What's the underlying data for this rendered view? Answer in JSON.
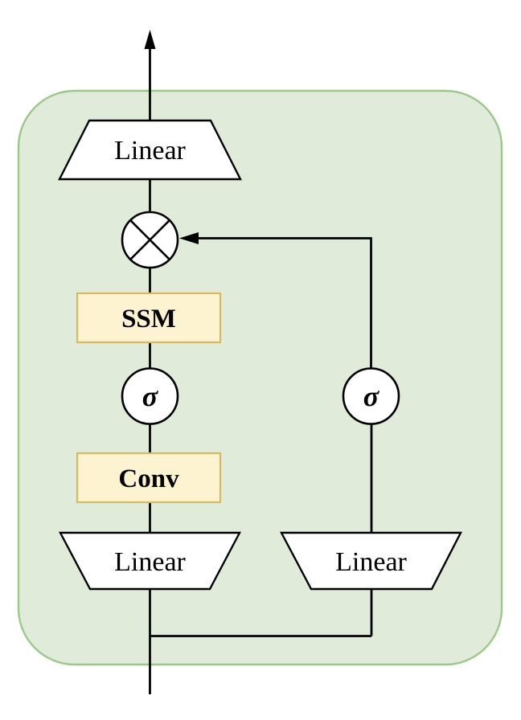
{
  "diagram": {
    "type": "block-flow-diagram",
    "nodes": {
      "linear_top": "Linear",
      "ssm": "SSM",
      "sigma_left": "σ",
      "conv": "Conv",
      "linear_left": "Linear",
      "linear_right": "Linear",
      "sigma_right": "σ"
    },
    "icons": {
      "multiply": "circled-times-multiplication",
      "output_arrow": "up-arrow",
      "gate_arrow": "left-arrow"
    },
    "colors": {
      "page_background": "#ffffff",
      "block_fill": "#e0ebda",
      "block_border": "#9cc98a",
      "op_box_fill": "#fdf3d0",
      "op_box_border": "#d7b961",
      "shape_fill": "#ffffff",
      "line": "#000000"
    }
  }
}
